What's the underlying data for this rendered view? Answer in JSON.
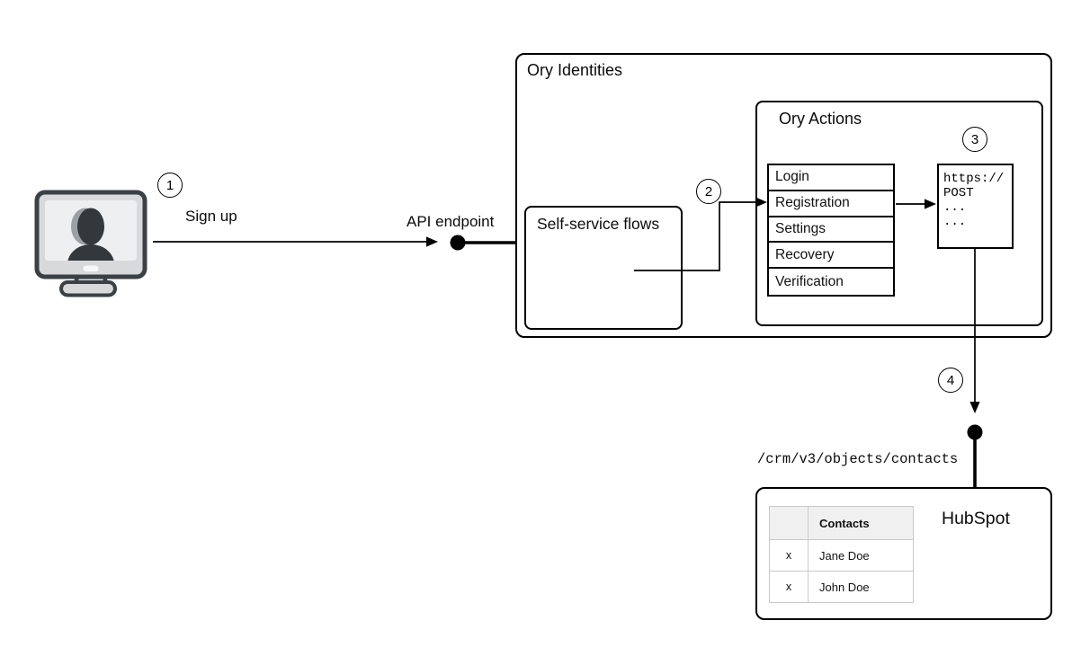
{
  "badges": {
    "one": "1",
    "two": "2",
    "three": "3",
    "four": "4"
  },
  "labels": {
    "sign_up": "Sign up",
    "api_endpoint": "API endpoint",
    "crm_path": "/crm/v3/objects/contacts"
  },
  "ory_identities": {
    "title": "Ory Identities"
  },
  "self_service_flows": {
    "title": "Self-service flows"
  },
  "ory_actions": {
    "title": "Ory Actions",
    "flows": [
      "Login",
      "Registration",
      "Settings",
      "Recovery",
      "Verification"
    ],
    "webhook": {
      "lines": [
        "https://",
        "POST",
        "...",
        "..."
      ]
    }
  },
  "hubspot": {
    "title": "HubSpot",
    "contacts_table": {
      "headers": [
        "",
        "Contacts"
      ],
      "rows": [
        [
          "x",
          "Jane Doe"
        ],
        [
          "x",
          "John Doe"
        ]
      ]
    }
  },
  "colors": {
    "line": "#000000",
    "monitor_outline": "#3b4045",
    "monitor_body": "#d7d9db",
    "monitor_screen": "#edeff0",
    "monitor_button": "#f7f8f9",
    "silhouette": "#33383d",
    "silhouette_highlight": "#9aa0a5",
    "table_header_bg": "#f0f0f0",
    "table_border": "#c9c9c9"
  }
}
